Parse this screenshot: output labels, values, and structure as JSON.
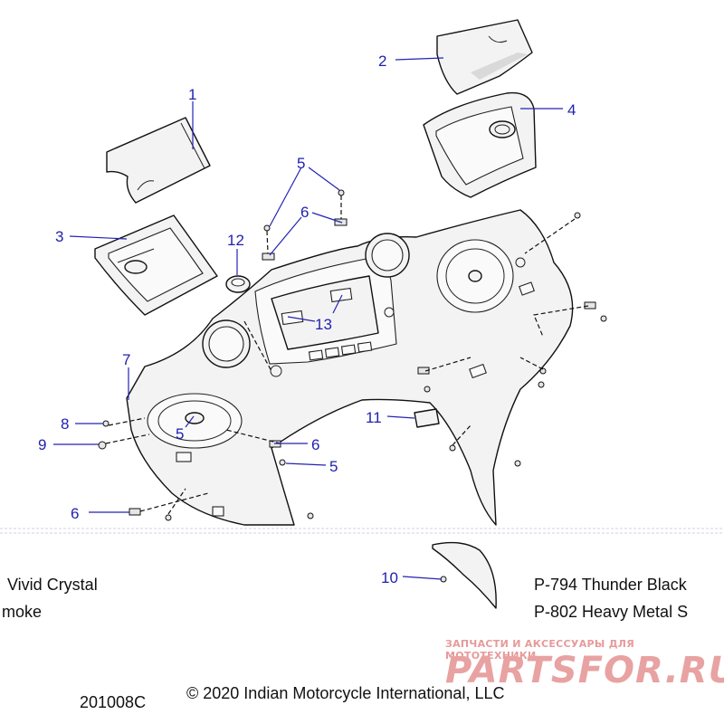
{
  "callouts": [
    {
      "id": "c1",
      "label": "1"
    },
    {
      "id": "c2",
      "label": "2"
    },
    {
      "id": "c3",
      "label": "3"
    },
    {
      "id": "c4",
      "label": "4"
    },
    {
      "id": "c5a",
      "label": "5"
    },
    {
      "id": "c6a",
      "label": "6"
    },
    {
      "id": "c12",
      "label": "12"
    },
    {
      "id": "c13",
      "label": "13"
    },
    {
      "id": "c7",
      "label": "7"
    },
    {
      "id": "c8",
      "label": "8"
    },
    {
      "id": "c9",
      "label": "9"
    },
    {
      "id": "c5b",
      "label": "5"
    },
    {
      "id": "c11",
      "label": "11"
    },
    {
      "id": "c6b",
      "label": "6"
    },
    {
      "id": "c5c",
      "label": "5"
    },
    {
      "id": "c6c",
      "label": "6"
    },
    {
      "id": "c10",
      "label": "10"
    }
  ],
  "legend": {
    "left_line1": "Vivid Crystal",
    "left_line2": "moke",
    "right_line1": "P-794 Thunder Black",
    "right_line2": "P-802 Heavy Metal S"
  },
  "footer": {
    "drawing_number": "201008C",
    "copyright": "© 2020 Indian Motorcycle International, LLC"
  },
  "watermark": {
    "tagline": "ЗАПЧАСТИ И АКСЕССУАРЫ ДЛЯ МОТОТЕХНИКИ",
    "brand": "PARTSFOR.RU"
  }
}
